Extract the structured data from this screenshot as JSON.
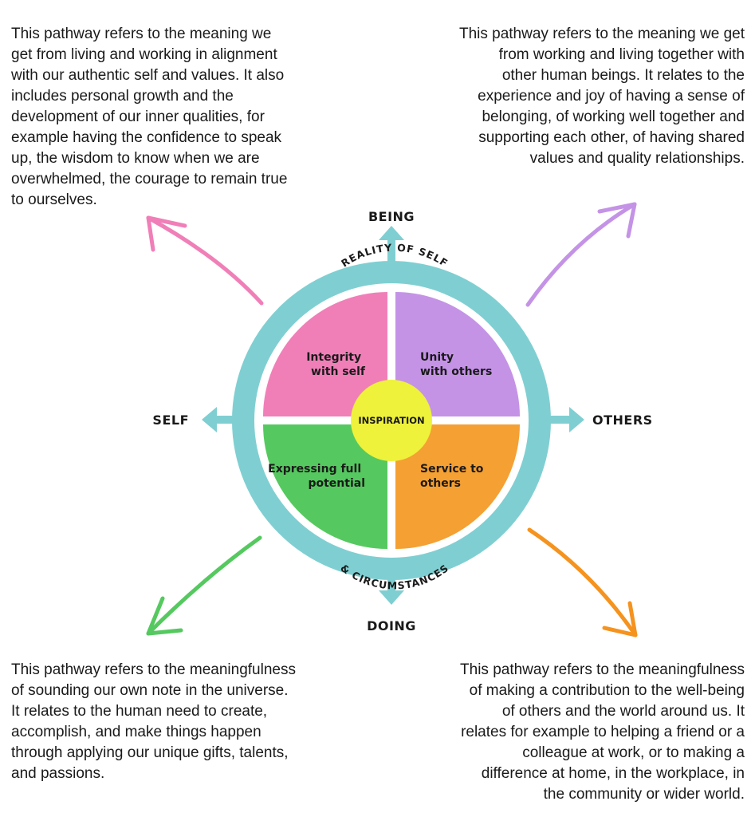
{
  "paragraphs": {
    "top_left": [
      "This pathway refers to the meaning we",
      "get from living and working in alignment",
      "with our authentic self and values. It also",
      "includes personal growth and the",
      "development of our inner qualities, for",
      "example having the confidence to speak",
      "up, the wisdom to know when we are",
      "overwhelmed, the courage to remain true",
      "to ourselves."
    ],
    "top_right": [
      "This pathway refers to the meaning we get",
      "from working and living together with",
      "other human beings. It relates to the",
      "experience and joy of having a sense of",
      "belonging, of working well together and",
      "supporting each other, of having shared",
      "values and quality relationships."
    ],
    "bottom_left": [
      "This pathway refers to the meaningfulness",
      "of sounding our own note in the universe.",
      "It relates to the human need to create,",
      "accomplish, and make things happen",
      "through applying our unique gifts, talents,",
      "and passions."
    ],
    "bottom_right": [
      "This pathway refers to the meaningfulness",
      "of making a contribution to the well-being",
      "of others and the world around us. It",
      "relates for example to helping a friend or a",
      "colleague at work, or to making a",
      "difference at home, in the workplace, in",
      "the community or wider world."
    ]
  },
  "axes": {
    "top": "BEING",
    "bottom": "DOING",
    "left": "SELF",
    "right": "OTHERS"
  },
  "ring": {
    "top": "REALITY OF SELF",
    "bottom": "& CIRCUMSTANCES"
  },
  "quadrants": {
    "top_left": [
      "Integrity",
      "with self"
    ],
    "top_right": [
      "Unity",
      "with others"
    ],
    "bottom_left": [
      "Expressing full",
      "potential"
    ],
    "bottom_right": [
      "Service to",
      "others"
    ]
  },
  "center": "INSPIRATION",
  "colors": {
    "ring": "#7fcfd2",
    "integrity": "#f07fb8",
    "unity": "#c493e6",
    "expressing": "#55c95f",
    "service": "#f5a033",
    "center": "#eef23a",
    "arrow_pink": "#f07fb8",
    "arrow_purple": "#c493e6",
    "arrow_green": "#55c95f",
    "arrow_orange": "#f5931f"
  }
}
